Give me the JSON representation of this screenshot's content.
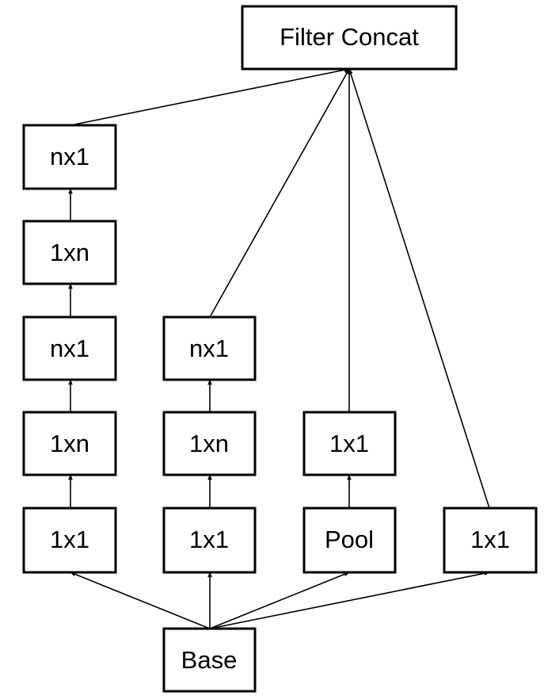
{
  "diagram": {
    "title": "",
    "nodes": {
      "filter_concat": "Filter Concat",
      "b1_nx1_top": "nx1",
      "b1_1xn_top": "1xn",
      "b1_nx1_mid": "nx1",
      "b1_1xn_low": "1xn",
      "b1_1x1": "1x1",
      "b2_nx1": "nx1",
      "b2_1xn": "1xn",
      "b2_1x1": "1x1",
      "b3_1x1": "1x1",
      "b3_pool": "Pool",
      "b4_1x1": "1x1",
      "base": "Base"
    },
    "edges": [
      [
        "base",
        "b1_1x1"
      ],
      [
        "base",
        "b2_1x1"
      ],
      [
        "base",
        "b3_pool"
      ],
      [
        "base",
        "b4_1x1"
      ],
      [
        "b1_1x1",
        "b1_1xn_low"
      ],
      [
        "b1_1xn_low",
        "b1_nx1_mid"
      ],
      [
        "b1_nx1_mid",
        "b1_1xn_top"
      ],
      [
        "b1_1xn_top",
        "b1_nx1_top"
      ],
      [
        "b2_1x1",
        "b2_1xn"
      ],
      [
        "b2_1xn",
        "b2_nx1"
      ],
      [
        "b3_pool",
        "b3_1x1"
      ],
      [
        "b1_nx1_top",
        "filter_concat"
      ],
      [
        "b2_nx1",
        "filter_concat"
      ],
      [
        "b3_1x1",
        "filter_concat"
      ],
      [
        "b4_1x1",
        "filter_concat"
      ]
    ]
  }
}
